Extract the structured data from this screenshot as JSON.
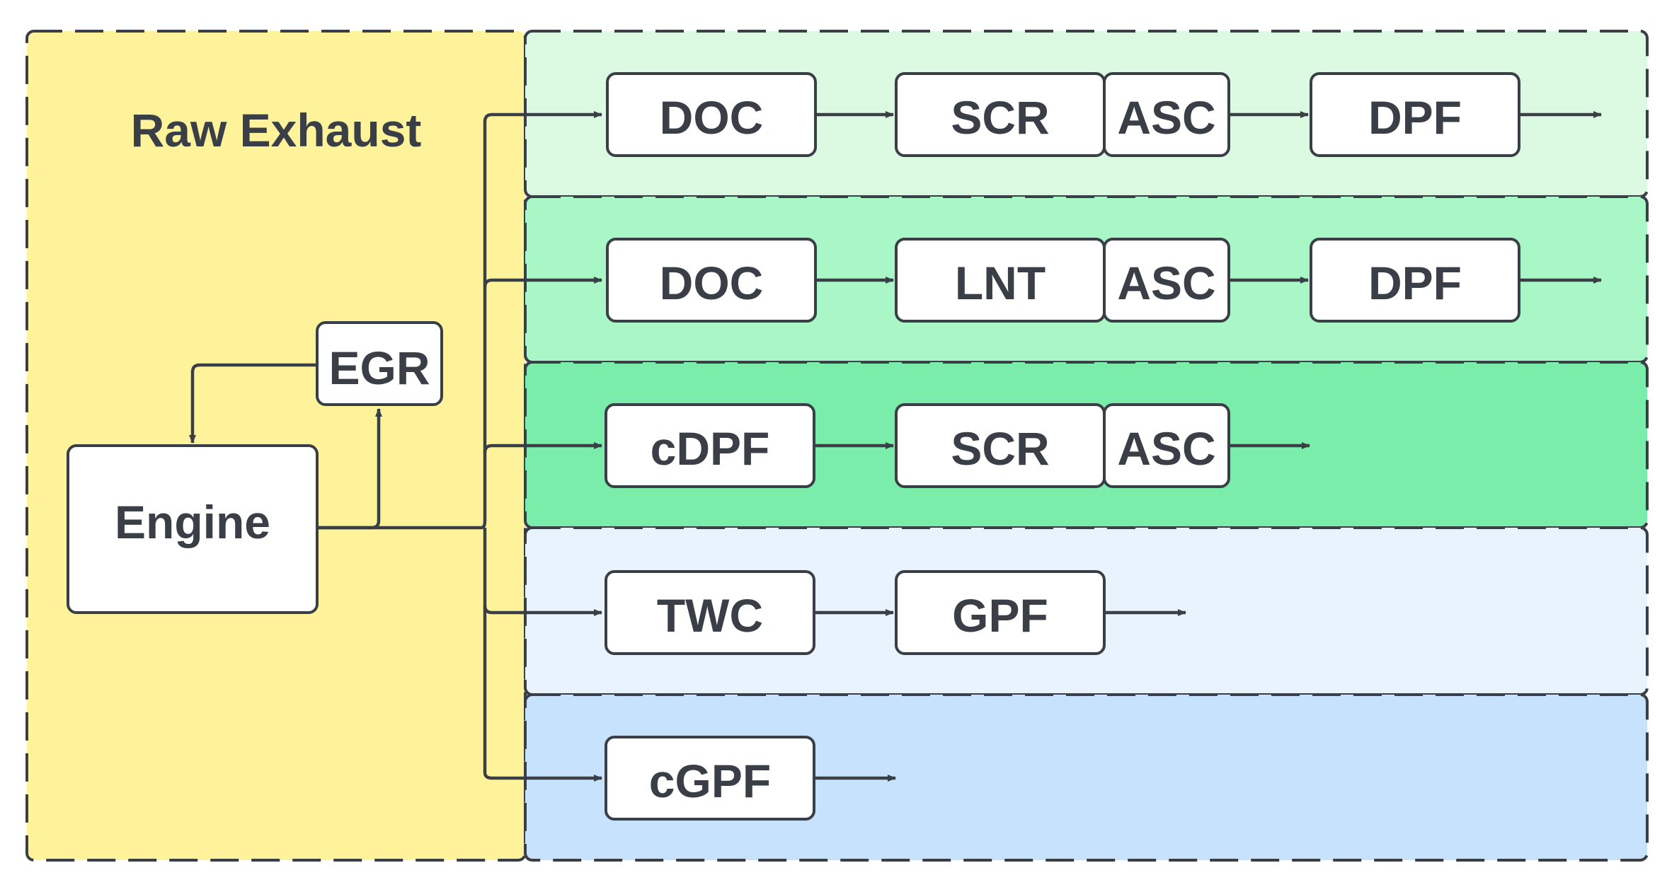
{
  "colors": {
    "raw_exhaust": "#fef39a",
    "row1": "#dcf9e1",
    "row2": "#a9f6c6",
    "row3": "#7bedaa",
    "row4": "#e8f3fd",
    "row5": "#c7e2fd",
    "line": "#3a3f47"
  },
  "raw_exhaust": {
    "title": "Raw Exhaust",
    "engine": "Engine",
    "egr": "EGR"
  },
  "rows": [
    {
      "nodes": [
        "DOC",
        "SCR",
        "ASC",
        "DPF"
      ]
    },
    {
      "nodes": [
        "DOC",
        "LNT",
        "ASC",
        "DPF"
      ]
    },
    {
      "nodes": [
        "cDPF",
        "SCR",
        "ASC"
      ]
    },
    {
      "nodes": [
        "TWC",
        "GPF"
      ]
    },
    {
      "nodes": [
        "cGPF"
      ]
    }
  ]
}
